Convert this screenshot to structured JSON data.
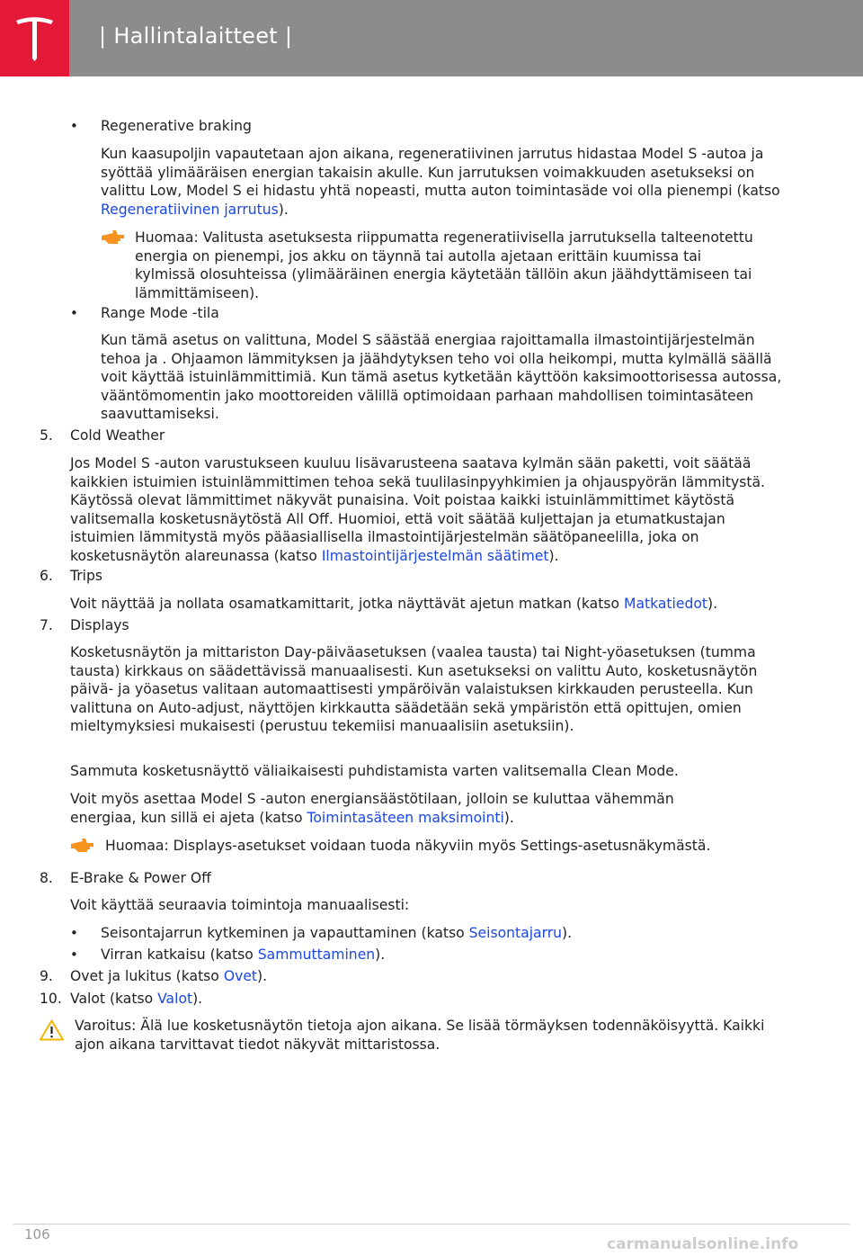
{
  "header": {
    "brand_color": "#e31937",
    "band_color": "#8c8c8c",
    "logo_icon": "tesla-logo-icon",
    "title": "| Hallintalaitteet |"
  },
  "content": {
    "regen": {
      "bullet": "•",
      "heading": "Regenerative braking",
      "para_text": "Kun kaasupoljin vapautetaan ajon aikana, regeneratiivinen jarrutus hidastaa Model S -autoa ja syöttää ylimääräisen energian takaisin akulle. Kun jarrutuksen voimakkuuden asetukseksi on valittu Low, Model S ei hidastu yhtä nopeasti, mutta auton toimintasäde voi olla pienempi (katso ",
      "para_link": "Regeneratiivinen jarrutus",
      "para_end": ").",
      "note_icon": "pointing-hand-icon",
      "note": "Huomaa: Valitusta asetuksesta riippumatta regeneratiivisella jarrutuksella talteenotettu energia on pienempi, jos akku on täynnä tai autolla ajetaan erittäin kuumissa tai kylmissä olosuhteissa (ylimääräinen energia käytetään tällöin akun jäähdyttämiseen tai lämmittämiseen)."
    },
    "range": {
      "bullet": "•",
      "heading": "Range Mode -tila",
      "para": "Kun tämä asetus on valittuna, Model S säästää energiaa rajoittamalla ilmastointijärjestelmän tehoa ja . Ohjaamon lämmityksen ja jäähdytyksen teho voi olla heikompi, mutta kylmällä säällä voit käyttää istuinlämmittimiä. Kun tämä asetus kytketään käyttöön kaksimoottorisessa autossa, vääntömomentin jako moottoreiden välillä optimoidaan parhaan mahdollisen toimintasäteen saavuttamiseksi."
    },
    "item5": {
      "number": "5.",
      "heading": "Cold Weather",
      "para_text": "Jos Model S -auton varustukseen kuuluu lisävarusteena saatava kylmän sään paketti, voit säätää kaikkien istuimien istuinlämmittimen tehoa sekä tuulilasinpyyhkimien ja ohjauspyörän lämmitystä. Käytössä olevat lämmittimet näkyvät punaisina. Voit poistaa kaikki istuinlämmittimet käytöstä valitsemalla kosketusnäytöstä All Off. Huomioi, että voit säätää kuljettajan ja etumatkustajan istuimien lämmitystä myös pääasiallisella ilmastointijärjestelmän säätöpaneelilla, joka on kosketusnäytön alareunassa (katso ",
      "para_link": "Ilmastointijärjestelmän säätimet",
      "para_end": ")."
    },
    "item6": {
      "number": "6.",
      "heading": "Trips",
      "para_text": "Voit näyttää ja nollata osamatkamittarit, jotka näyttävät ajetun matkan (katso ",
      "para_link": "Matkatiedot",
      "para_end": ")."
    },
    "item7": {
      "number": "7.",
      "heading": "Displays",
      "para1": "Kosketusnäytön ja mittariston Day-päiväasetuksen (vaalea tausta) tai Night-yöasetuksen (tumma tausta) kirkkaus on säädettävissä manuaalisesti. Kun asetukseksi on valittu Auto, kosketusnäytön päivä- ja yöasetus valitaan automaattisesti ympäröivän valaistuksen kirkkauden perusteella. Kun valittuna on Auto-adjust, näyttöjen kirkkautta säädetään sekä ympäristön että opittujen, omien mieltymyksiesi mukaisesti (perustuu tekemiisi manuaalisiin asetuksiin).",
      "para2": "Sammuta kosketusnäyttö väliaikaisesti puhdistamista varten valitsemalla Clean Mode.",
      "para3_text": "Voit myös asettaa Model S -auton energiansäästötilaan, jolloin se kuluttaa vähemmän energiaa, kun sillä ei ajeta (katso ",
      "para3_link": "Toimintasäteen maksimointi",
      "para3_end": ").",
      "note_icon": "pointing-hand-icon",
      "note": "Huomaa: Displays-asetukset voidaan tuoda näkyviin myös Settings-asetusnäkymästä."
    },
    "item8": {
      "number": "8.",
      "heading": "E-Brake & Power Off",
      "para": "Voit käyttää seuraavia toimintoja manuaalisesti:",
      "sub1_bullet": "•",
      "sub1_text": "Seisontajarrun kytkeminen ja vapauttaminen (katso ",
      "sub1_link": "Seisontajarru",
      "sub1_end": ").",
      "sub2_bullet": "•",
      "sub2_text": "Virran katkaisu (katso ",
      "sub2_link": "Sammuttaminen",
      "sub2_end": ")."
    },
    "item9": {
      "number": "9.",
      "text": "Ovet ja lukitus (katso ",
      "link": "Ovet",
      "end": ")."
    },
    "item10": {
      "number": "10.",
      "text": "Valot (katso ",
      "link": "Valot",
      "end": ")."
    },
    "warning": {
      "icon": "warning-triangle-icon",
      "text": "Varoitus: Älä lue kosketusnäytön tietoja ajon aikana. Se lisää törmäyksen todennäköisyyttä. Kaikki ajon aikana tarvittavat tiedot näkyvät mittaristossa."
    },
    "link_color": "#1a47e6"
  },
  "footer": {
    "page_number": "106",
    "watermark": "carmanualsonline.info"
  }
}
